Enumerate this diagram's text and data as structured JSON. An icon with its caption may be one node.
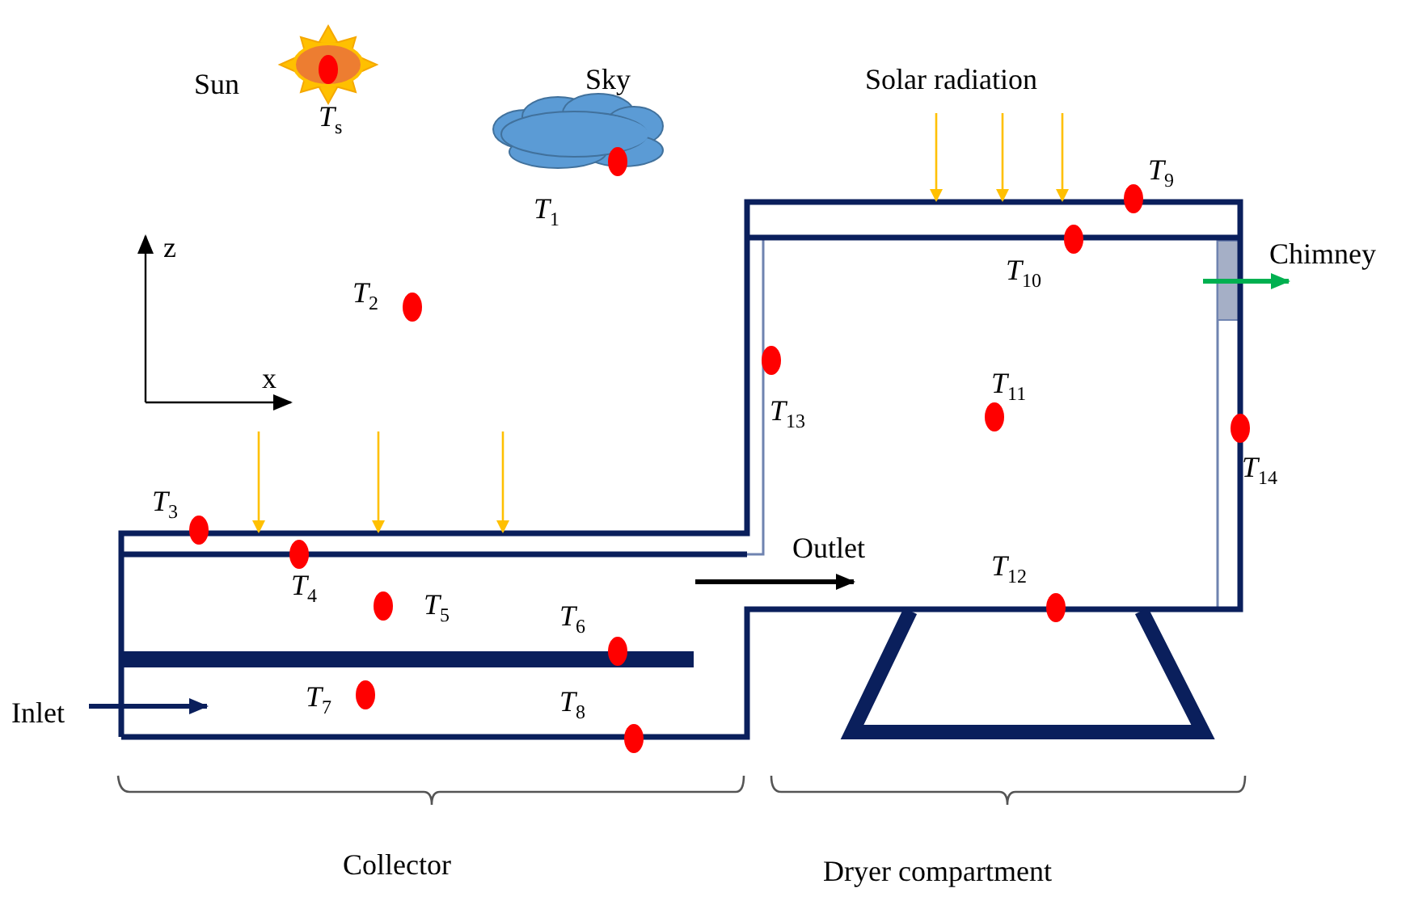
{
  "diagram": {
    "labels": [
      "Sun",
      "*T*$_{s}$",
      "Sky",
      "Solar radiation",
      "*T*$_{1}$",
      "*T*$_{9}$",
      "z",
      "Chimney",
      "*T*$_{10}$",
      "*T*$_{2}$",
      "x",
      "*T*$_{13}$",
      "*T*$_{11}$",
      "*T*$_{14}$",
      "*T*$_{3}$",
      "Outlet",
      "*T*$_{4}$",
      "*T*$_{5}$",
      "*T*$_{12}$",
      "*T*$_{6}$",
      "Inlet",
      "*T*$_{7}$",
      "*T*$_{8}$",
      "Collector",
      "Dryer compartment"
    ]
  }
}
